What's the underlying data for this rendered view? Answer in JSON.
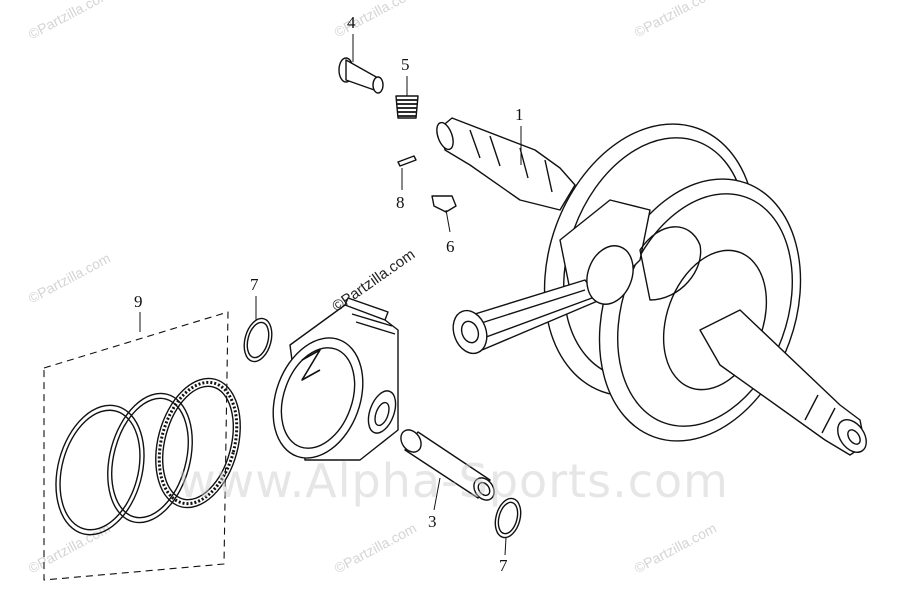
{
  "diagram": {
    "callouts": [
      {
        "id": "c1",
        "label": "1"
      },
      {
        "id": "c3",
        "label": "3"
      },
      {
        "id": "c4",
        "label": "4"
      },
      {
        "id": "c5",
        "label": "5"
      },
      {
        "id": "c6",
        "label": "6"
      },
      {
        "id": "c7a",
        "label": "7"
      },
      {
        "id": "c7b",
        "label": "7"
      },
      {
        "id": "c8",
        "label": "8"
      },
      {
        "id": "c9",
        "label": "9"
      }
    ],
    "watermarks": {
      "partzilla": "©Partzilla.com",
      "partzilla_center": "©Partzilla.com",
      "alpha": "www.Alpha-Sports.com"
    }
  }
}
